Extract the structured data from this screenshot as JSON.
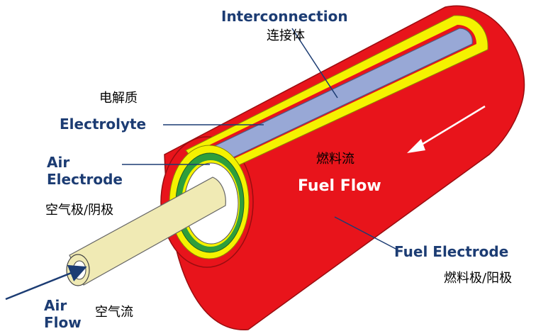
{
  "labels": {
    "interconnection": {
      "en": "Interconnection",
      "zh": "连接体"
    },
    "electrolyte": {
      "en": "Electrolyte",
      "zh": "电解质"
    },
    "air_electrode": {
      "en_line1": "Air",
      "en_line2": "Electrode",
      "zh": "空气极/阴极"
    },
    "fuel_flow": {
      "en": "Fuel Flow",
      "zh": "燃料流"
    },
    "fuel_electrode": {
      "en": "Fuel Electrode",
      "zh": "燃料极/阳极"
    },
    "air_flow": {
      "en_line1": "Air",
      "en_line2": "Flow",
      "zh": "空气流"
    }
  },
  "colors": {
    "fuel_electrode": "#e8141b",
    "electrolyte": "#f5f200",
    "air_electrode": "#2e9e3c",
    "interconnection": "#98a8d6",
    "air_tube": "#f0eab4",
    "label_text": "#1c3c73",
    "flow_text": "#ffffff"
  }
}
